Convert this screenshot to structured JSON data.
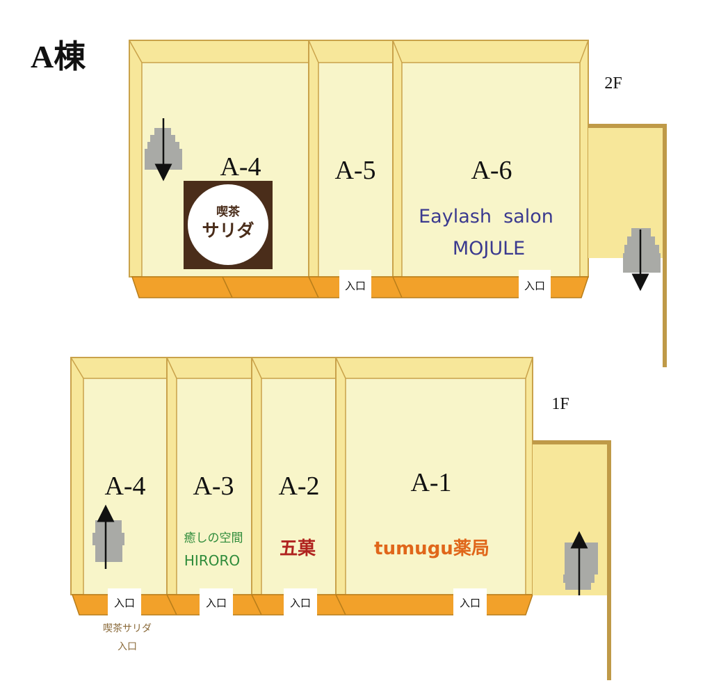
{
  "building_title": "A棟",
  "floor2": {
    "label": "2F",
    "units": [
      {
        "id": "A-4"
      },
      {
        "id": "A-5"
      },
      {
        "id": "A-6",
        "shop_line1": "Eaylash  salon",
        "shop_line2": "MOJULE"
      }
    ],
    "cafe_logo": {
      "line1": "喫茶",
      "line2": "サリダ"
    },
    "entrances": [
      "入口",
      "入口"
    ]
  },
  "floor1": {
    "label": "1F",
    "units": [
      {
        "id": "A-4"
      },
      {
        "id": "A-3",
        "shop_line1": "癒しの空間",
        "shop_line2": "HIRORO"
      },
      {
        "id": "A-2",
        "shop_line1": "五菓"
      },
      {
        "id": "A-1",
        "shop_line1": "tumugu薬局"
      }
    ],
    "entrances": [
      "入口",
      "入口",
      "入口",
      "入口"
    ],
    "cafe_entrance_note": {
      "line1": "喫茶サリダ",
      "line2": "入口"
    }
  },
  "colors": {
    "floor_fill": "#f8f5c9",
    "wall_fill": "#f7e79a",
    "wall_stroke": "#c9a24a",
    "front_wall": "#f2a12a",
    "stair": "#a9aaa6",
    "railing": "#bf9a48",
    "shop_a6": "#3b3a8f",
    "shop_a3": "#2e8b3a",
    "shop_a2": "#b0231f",
    "shop_a1": "#e0661a",
    "logo_bg": "#4a2d1a"
  }
}
